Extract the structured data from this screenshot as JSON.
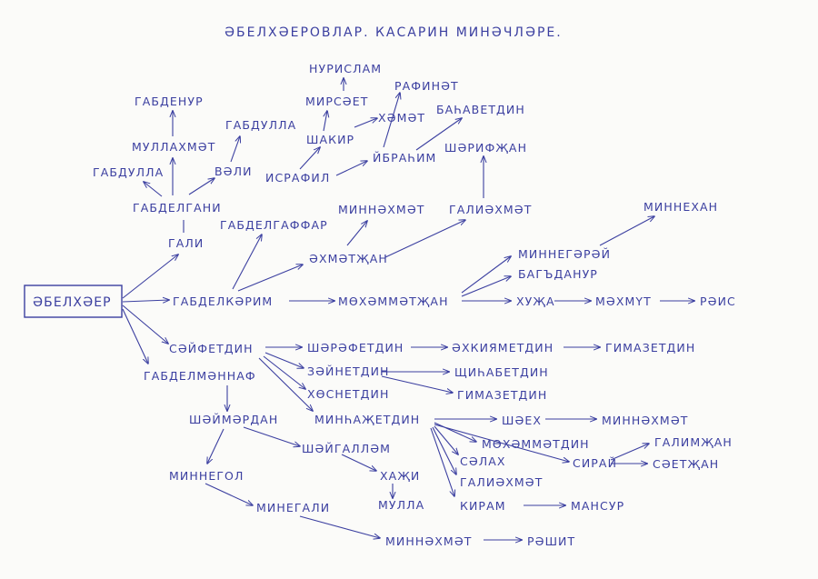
{
  "title": "ӘБЕЛХӘЕРОВЛАР. КАСАРИН МИНӘЧЛӘРЕ.",
  "colors": {
    "ink": "#3b3fa0",
    "paper": "#fbfbf9"
  },
  "people": {
    "root": "ӘБЕЛХӘЕР",
    "gali": "ГАЛИ",
    "gabdelgani": "ГАБДЕЛГАНИ",
    "gabdulla1": "ГАБДУЛЛА",
    "mullahmet": "МУЛЛАХМӘТ",
    "gabdenur": "ГАБДЕНУР",
    "veli": "ВӘЛИ",
    "gabdulla2": "ГАБДУЛЛА",
    "israfil": "ИСРАФИЛ",
    "shakir": "ШАКИР",
    "mirsaet": "МИРСӘЕТ",
    "nurislam": "НУРИСЛАМ",
    "hemet": "ХӘМӘТ",
    "ibrahim": "ЙБРАҺИМ",
    "rafinet": "РАФИНӘТ",
    "bahavetdin": "БАҺАВЕТДИН",
    "sharifzhan": "ШӘРИФҖАН",
    "galiahmet1": "ГАЛИӘХМӘТ",
    "minnahmet1": "МИННӘХМӘТ",
    "gabdelgaffar": "ГАБДЕЛГАФФАР",
    "ahmetzhan": "ӘХМӘТҖАН",
    "gabdelkarim": "ГАБДЕЛКӘРИМ",
    "muhammetzhan": "МӨХӘММӘТҖАН",
    "minnehan": "МИННЕХАН",
    "minnegeray": "МИННЕГӘРӘЙ",
    "bagdanur": "БАГЪДАНУР",
    "huzha": "ХУҖА",
    "mahmut": "МӘХМҮТ",
    "rais": "РӘИС",
    "saifetdin": "СӘЙФЕТДИН",
    "sharafetdin": "ШӘРӘФЕТДИН",
    "ahkiyametdin": "ӘХКИЯМЕТДИН",
    "gimazetdin1": "ГИМАЗЕТДИН",
    "zaynetdin": "ЗӘЙНЕТДИН",
    "shihabetdin": "ЩИҺАБЕТДИН",
    "gimazetdin2": "ГИМАЗЕТДИН",
    "husnetdin": "ХӨСНЕТДИН",
    "minhazhetdin": "МИНҺАҖЕТДИН",
    "gabdelmannaf": "ГАБДЕЛМӘННАФ",
    "shaimardan": "ШӘЙМӘРДАН",
    "shaigallam": "ШӘЙГАЛЛӘМ",
    "hazhi": "ХАҖИ",
    "mulla": "МУЛЛА",
    "minnegol": "МИННЕГОЛ",
    "minegali": "МИНЕГАЛИ",
    "minnahmet3": "МИННӘХМӘТ",
    "rashit": "РӘШИТ",
    "shayh": "ШӘЕХ",
    "minnahmet2": "МИННӘХМӘТ",
    "muhammetdin": "МӨХӘММӘТДИН",
    "salah": "СӘЛАХ",
    "galiahmet2": "ГАЛИӘХМӘТ",
    "sirai": "СИРАЙ",
    "galimzhan": "ГАЛИМҖАН",
    "saetzhan": "СӘЕТҖАН",
    "kiram": "КИРАМ",
    "mansur": "МАНСУР"
  }
}
